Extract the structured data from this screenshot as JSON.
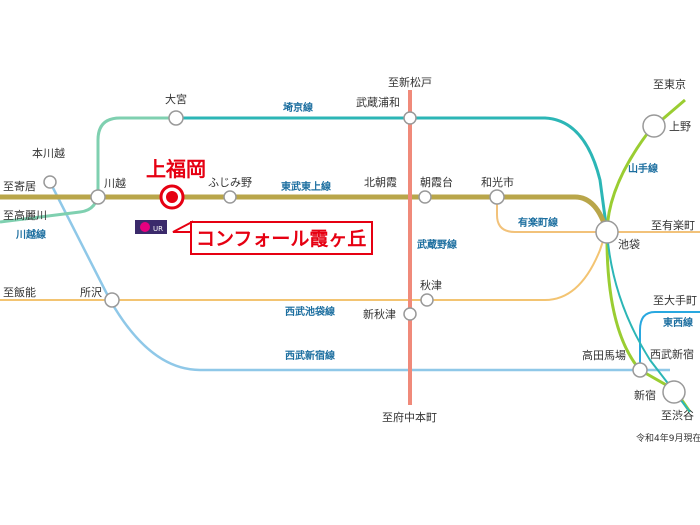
{
  "stations": {
    "kamifukuoka": "上福岡",
    "kawagoe": "川越",
    "fujimino": "ふじみ野",
    "kitaasaka": "北朝霞",
    "asakadai": "朝霞台",
    "wakoshi": "和光市",
    "ikebukuro": "池袋",
    "omiya": "大宮",
    "musashiurawa": "武蔵浦和",
    "tokorozawa": "所沢",
    "akitsu": "秋津",
    "shinakitsu": "新秋津",
    "takadanobaba": "高田馬場",
    "seibushinjuku": "西武新宿",
    "shinjuku": "新宿",
    "ueno": "上野"
  },
  "directions": {
    "hon_kawagoe": "本川越",
    "yorii": "至寄居",
    "komagawa": "至高麗川",
    "hanno": "至飯能",
    "shinmatsudo": "至新松戸",
    "fuchu_hommachi": "至府中本町",
    "tokyo": "至東京",
    "yurakucho": "至有楽町",
    "otemachi": "至大手町",
    "shibuya": "至渋谷"
  },
  "lines": {
    "saikyo": "埼京線",
    "tobu_tojo": "東武東上線",
    "kawagoe": "川越線",
    "musashino": "武蔵野線",
    "yurakucho": "有楽町線",
    "yamanote": "山手線",
    "seibu_ikebukuro": "西武池袋線",
    "seibu_shinjuku": "西武新宿線",
    "tozai": "東西線"
  },
  "property": {
    "name": "コンフォール霞ヶ丘",
    "logo_text": "UR"
  },
  "note": "令和4年9月現在",
  "colors": {
    "tojo": "#b9a64a",
    "saikyo": "#2cb6b6",
    "kawagoe_line": "#7fd0b0",
    "musashino": "#f08a7a",
    "yurakucho": "#f2c27a",
    "seibu_ikebukuro": "#f3c472",
    "seibu_shinjuku": "#8fc8e8",
    "yamanote": "#9acd32",
    "tozai": "#29a8e0",
    "highlight": "#e60012",
    "label": "#1d6fa0"
  }
}
